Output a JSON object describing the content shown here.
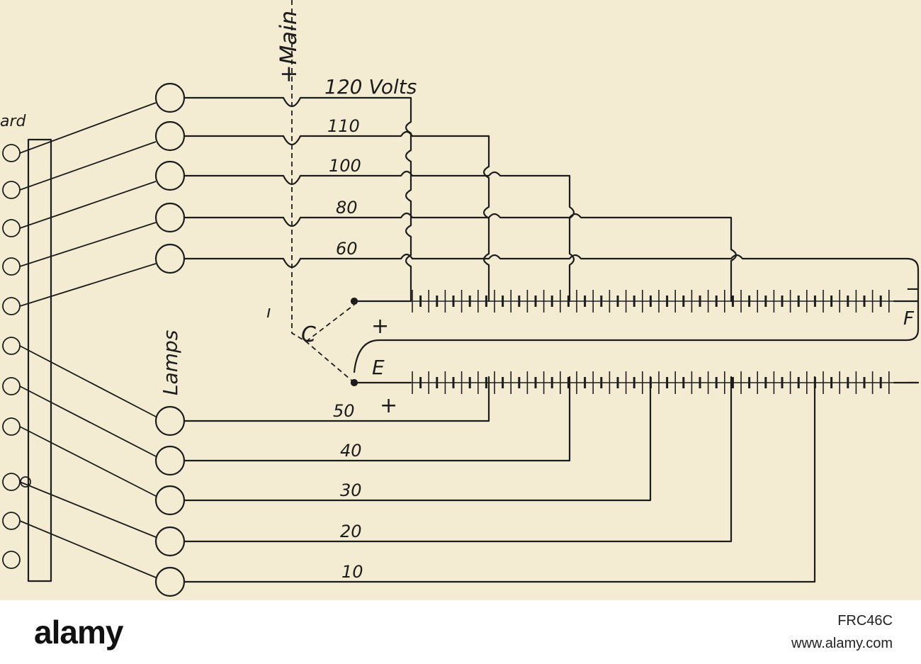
{
  "diagram": {
    "labels": {
      "main": "+Main",
      "board": "ard",
      "lamps": "Lamps",
      "volts_120": "120 Volts",
      "v110": "110",
      "v100": "100",
      "v80": "80",
      "v60": "60",
      "v50": "50",
      "v40": "40",
      "v30": "30",
      "v20": "20",
      "v10": "10",
      "c": "C",
      "e": "E",
      "f": "F",
      "plus_upper": "+",
      "plus_lower": "+",
      "minus_upper": "−",
      "minus_lower": "−",
      "tick": "ı"
    }
  },
  "footer": {
    "logo": "alamy",
    "image_id": "FRC46C",
    "url": "www.alamy.com"
  }
}
